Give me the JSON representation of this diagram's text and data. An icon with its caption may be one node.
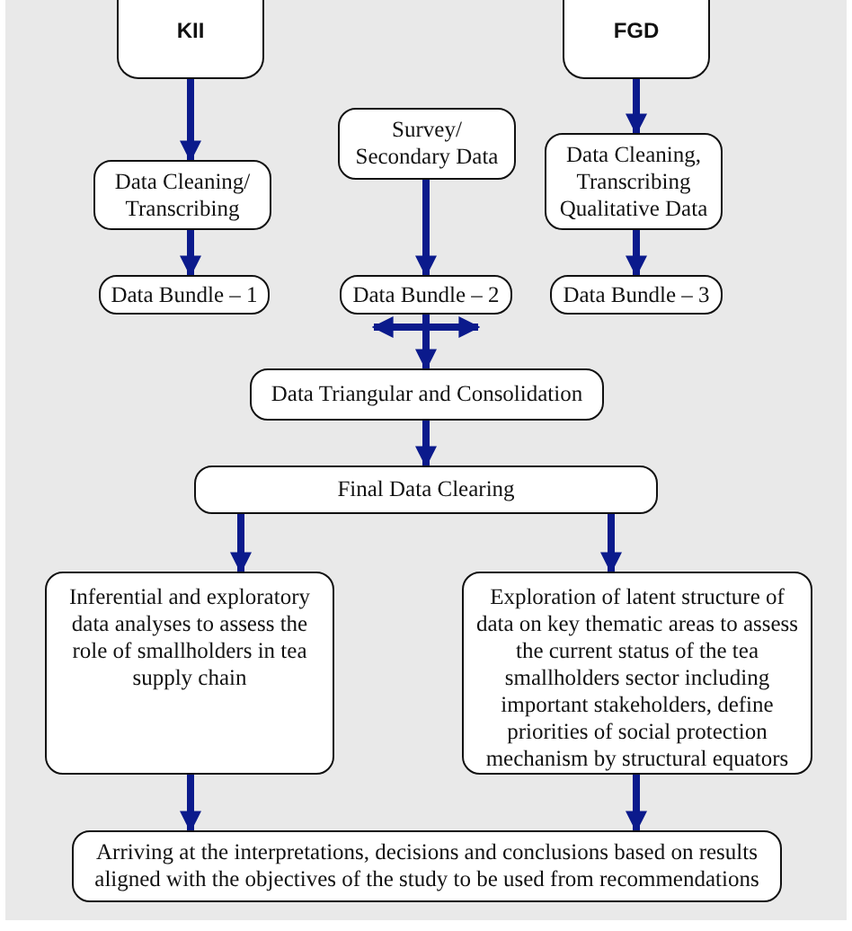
{
  "diagram": {
    "nodes": [
      {
        "text": [
          "KII"
        ]
      },
      {
        "text": [
          "FGD"
        ]
      },
      {
        "text": [
          "Data Cleaning/ Transcribing"
        ]
      },
      {
        "text": [
          "Survey/ Secondary Data"
        ]
      },
      {
        "text": [
          "Data Cleaning, Transcribing Qualitative Data"
        ]
      },
      {
        "text": [
          "Data Bundle – 1"
        ]
      },
      {
        "text": [
          "Data Bundle – 2"
        ]
      },
      {
        "text": [
          "Data Bundle – 3"
        ]
      },
      {
        "text": [
          "Data Triangular and Consolidation"
        ]
      },
      {
        "text": [
          "Final Data Clearing"
        ]
      },
      {
        "text": [
          "Inferential and exploratory data analyses to assess the role of smallholders in tea supply chain"
        ]
      },
      {
        "text": [
          "Exploration of latent structure of data on key thematic areas to assess the current status of the tea smallholders sector including important stakeholders, define priorities of social protection mechanism by structural equators"
        ]
      },
      {
        "text": [
          "Arriving at the interpretations, decisions and conclusions based on results aligned with the objectives of the study to be used from recommendations"
        ]
      }
    ],
    "edges": [
      {
        "from": 0,
        "to": 2,
        "arrow": "to"
      },
      {
        "from": 1,
        "to": 4,
        "arrow": "to"
      },
      {
        "from": 2,
        "to": 5,
        "arrow": "to"
      },
      {
        "from": 3,
        "to": 6,
        "arrow": "to"
      },
      {
        "from": 4,
        "to": 7,
        "arrow": "to"
      },
      {
        "from": 6,
        "to": 8,
        "arrow": "to"
      },
      {
        "from": 8,
        "to": 9,
        "arrow": "to"
      },
      {
        "from": 9,
        "to": 10,
        "arrow": "to"
      },
      {
        "from": 9,
        "to": 11,
        "arrow": "to"
      },
      {
        "from": 10,
        "to": 12,
        "arrow": "to"
      },
      {
        "from": 11,
        "to": 12,
        "arrow": "to"
      }
    ]
  }
}
